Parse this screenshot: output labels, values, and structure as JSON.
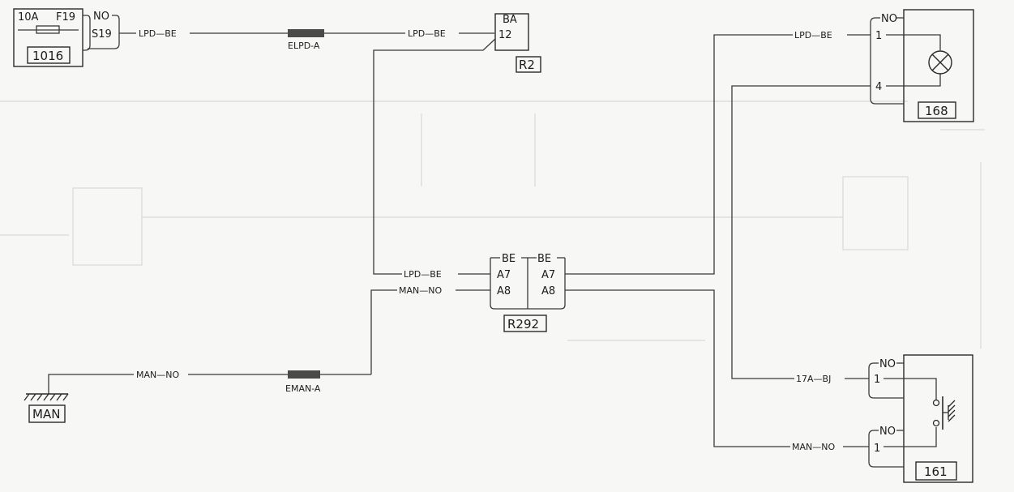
{
  "fuse": {
    "rating": "10A",
    "fuse_id": "F19",
    "pin_color": "NO",
    "pin": "S19",
    "component": "1016"
  },
  "wires": {
    "lpd_be_1": "LPD—BE",
    "lpd_be_2": "LPD—BE",
    "lpd_be_3": "LPD—BE",
    "lpd_be_4": "LPD—BE",
    "man_no_1": "MAN—NO",
    "man_no_2": "MAN—NO",
    "man_no_3": "MAN—NO",
    "a17_bj": "17A—BJ"
  },
  "splices": {
    "elpd": "ELPD-A",
    "eman": "EMAN-A"
  },
  "r2": {
    "color": "BA",
    "pin": "12",
    "id": "R2"
  },
  "r292": {
    "left_color": "BE",
    "right_color": "BE",
    "a7_left": "A7",
    "a8_left": "A8",
    "a7_right": "A7",
    "a8_right": "A8",
    "id": "R292"
  },
  "c168": {
    "color": "NO",
    "pin1": "1",
    "pin4": "4",
    "id": "168"
  },
  "c161": {
    "color_top": "NO",
    "color_bottom": "NO",
    "pin_top": "1",
    "pin_bottom": "1",
    "id": "161"
  },
  "ground": {
    "label": "MAN"
  }
}
